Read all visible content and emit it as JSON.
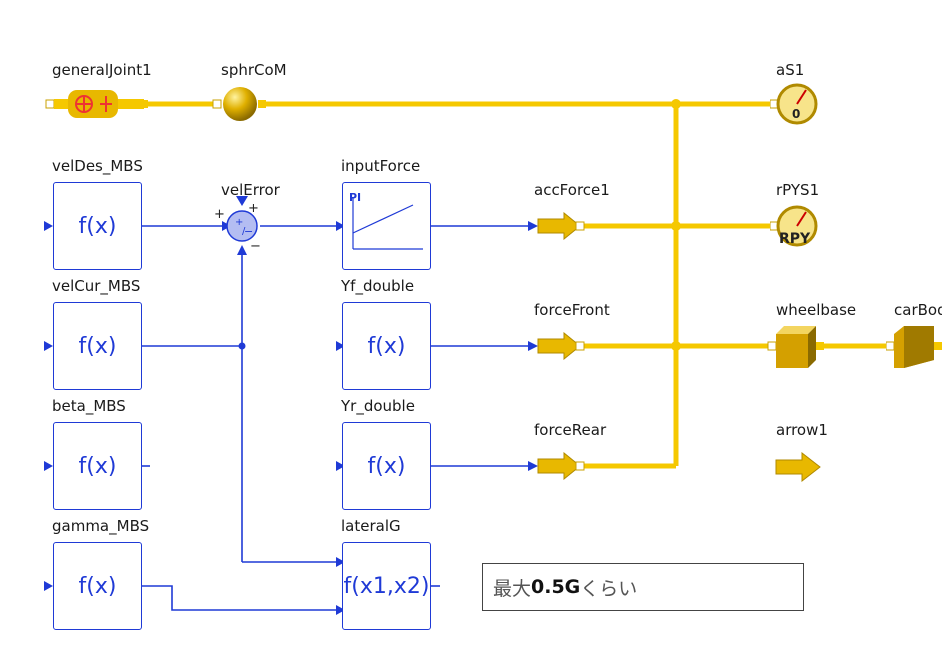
{
  "labels": {
    "generalJoint1": "generalJoint1",
    "sphrCoM": "sphrCoM",
    "aS1": "aS1",
    "velDes": "velDes_MBS",
    "velError": "velError",
    "inputForce": "inputForce",
    "accForce1": "accForce1",
    "rPYS1": "rPYS1",
    "velCur": "velCur_MBS",
    "yfDouble": "Yf_double",
    "forceFront": "forceFront",
    "wheelbase": "wheelbase",
    "carBody": "carBod",
    "beta": "beta_MBS",
    "yrDouble": "Yr_double",
    "forceRear": "forceRear",
    "arrow1": "arrow1",
    "gamma": "gamma_MBS",
    "lateralG": "lateralG"
  },
  "blocks": {
    "fx": "f(x)",
    "fx1x2": "f(x1,x2)",
    "pi": "PI"
  },
  "note": {
    "prefix": "最大",
    "value": "0.5G",
    "suffix": "くらい"
  },
  "icons": {
    "aS1": "0",
    "rPYS1": "RPY"
  },
  "colors": {
    "signal": "#1f3ad6",
    "mechanical": "#f5c800",
    "gold": "#d4a000"
  }
}
